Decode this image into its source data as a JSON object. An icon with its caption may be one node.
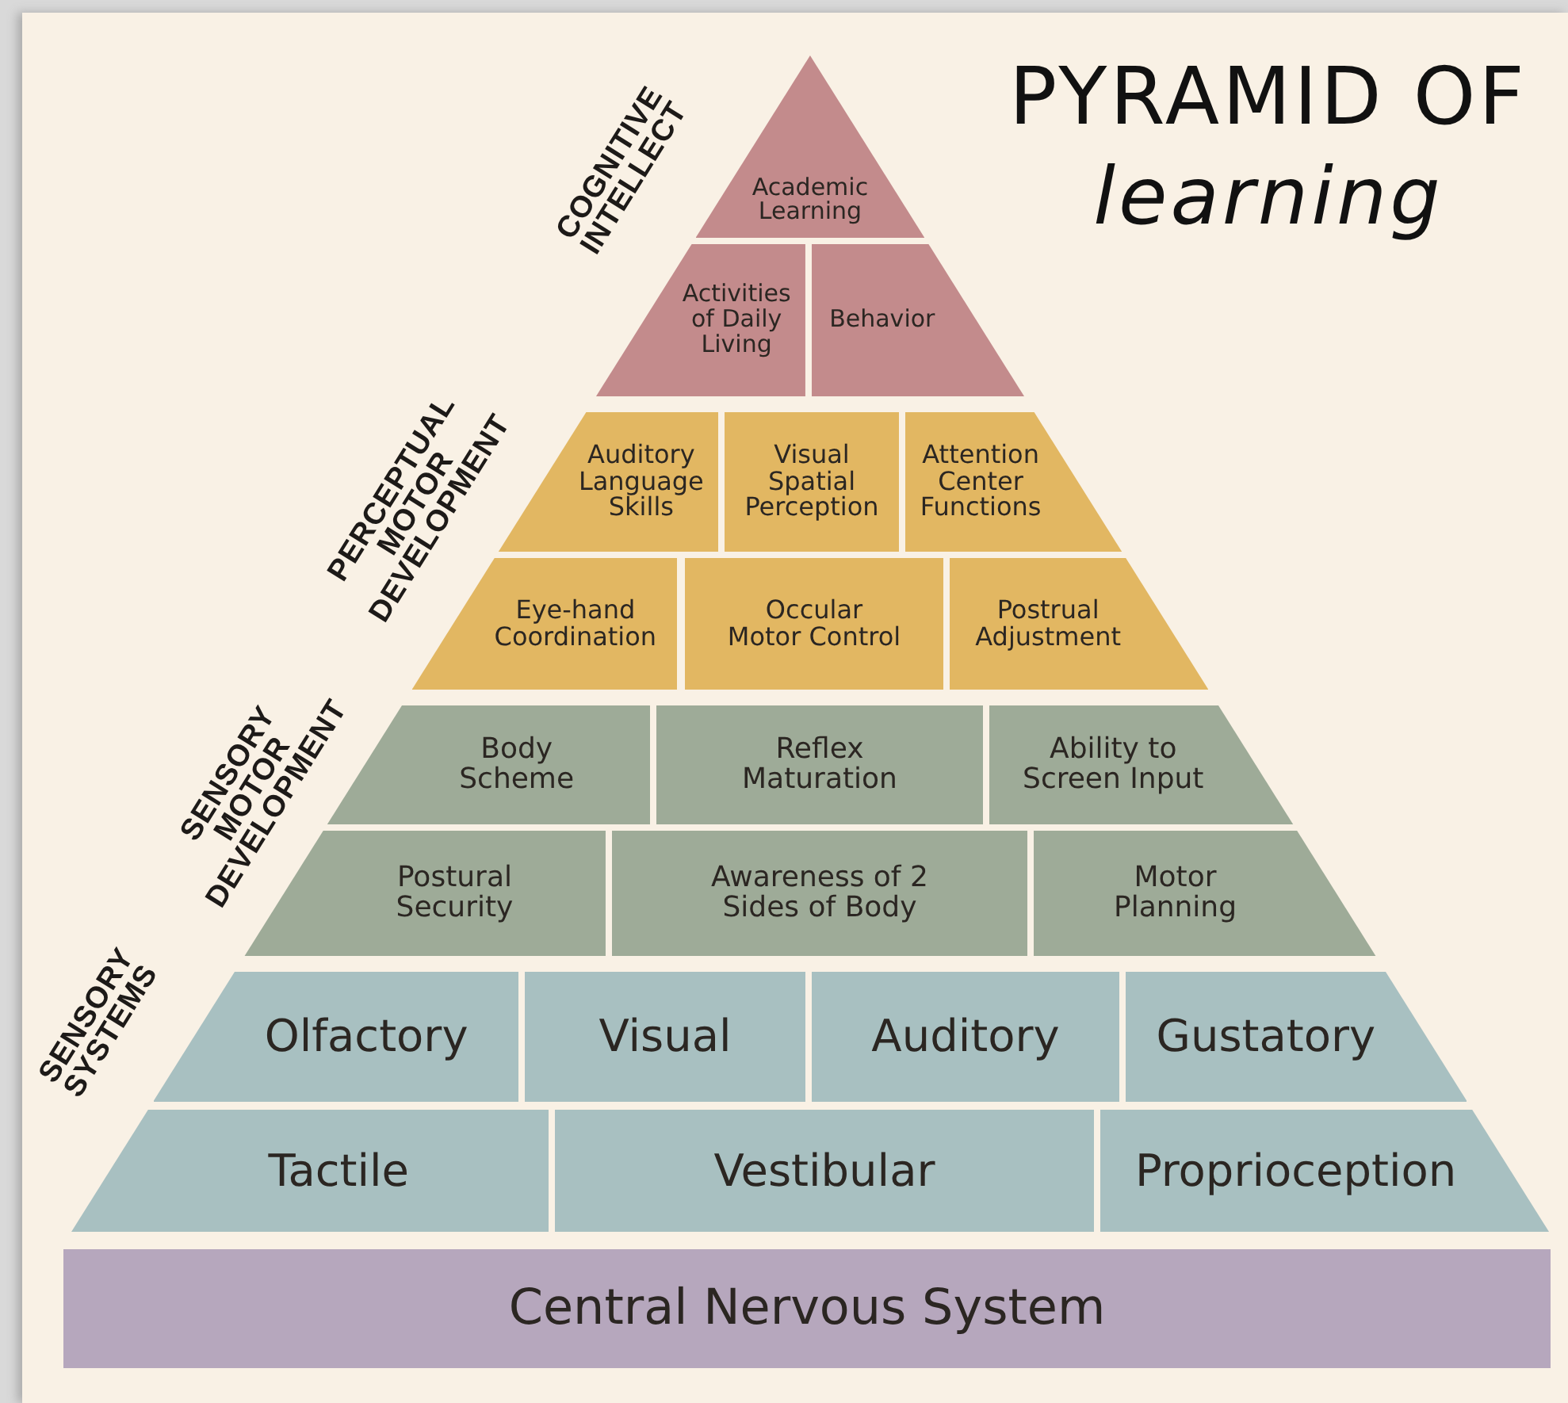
{
  "diagram": {
    "title": "PYRAMID OF *learning*",
    "nodes": [
      {
        "text": [
          "Academic Learning"
        ]
      },
      {
        "text": [
          "Activities of Daily Living"
        ]
      },
      {
        "text": [
          "Behavior"
        ]
      },
      {
        "text": [
          "Auditory Language Skills"
        ]
      },
      {
        "text": [
          "Visual Spatial Perception"
        ]
      },
      {
        "text": [
          "Attention Center Functions"
        ]
      },
      {
        "text": [
          "Eye-hand Coordination"
        ]
      },
      {
        "text": [
          "Occular Motor Control"
        ]
      },
      {
        "text": [
          "Postrual Adjustment"
        ]
      },
      {
        "text": [
          "Body Scheme"
        ]
      },
      {
        "text": [
          "Reflex Maturation"
        ]
      },
      {
        "text": [
          "Ability to Screen Input"
        ]
      },
      {
        "text": [
          "Postural Security"
        ]
      },
      {
        "text": [
          "Awareness of 2 Sides of Body"
        ]
      },
      {
        "text": [
          "Motor Planning"
        ]
      },
      {
        "text": [
          "Olfactory"
        ]
      },
      {
        "text": [
          "Visual"
        ]
      },
      {
        "text": [
          "Auditory"
        ]
      },
      {
        "text": [
          "Gustatory"
        ]
      },
      {
        "text": [
          "Tactile"
        ]
      },
      {
        "text": [
          "Vestibular"
        ]
      },
      {
        "text": [
          "Proprioception"
        ]
      },
      {
        "text": [
          "Central Nervous System"
        ]
      }
    ],
    "labels": [
      "COGNITIVE INTELLECT",
      "PERCEPTUAL MOTOR DEVELOPMENT",
      "SENSORY MOTOR DEVELOPMENT",
      "SENSORY SYSTEMS"
    ]
  }
}
